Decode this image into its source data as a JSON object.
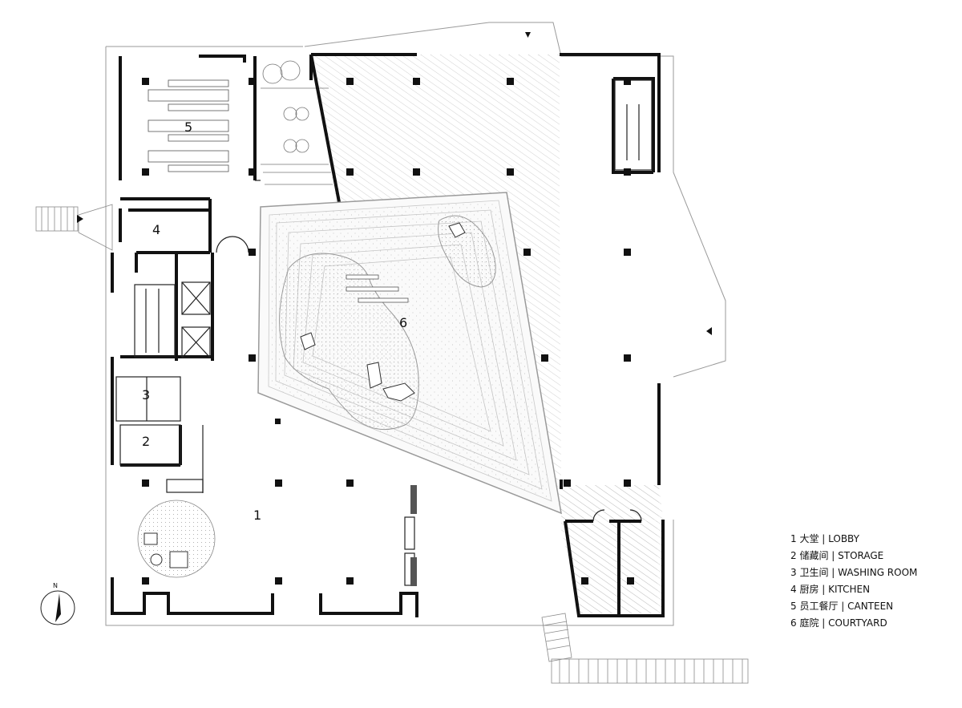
{
  "rooms": [
    {
      "num": "1",
      "label": "1 大堂 |  LOBBY"
    },
    {
      "num": "2",
      "label": "2 储藏间  |  STORAGE"
    },
    {
      "num": "3",
      "label": "3 卫生间  |  WASHING ROOM"
    },
    {
      "num": "4",
      "label": "4 厨房  |  KITCHEN"
    },
    {
      "num": "5",
      "label": "5 员工餐厅  |  CANTEEN"
    },
    {
      "num": "6",
      "label": "6 庭院  |  COURTYARD"
    }
  ],
  "north_label": "N",
  "colors": {
    "wall": "#111111",
    "thin_line": "#9a9a9a",
    "hatch": "#b5b5b5",
    "paving": "#eeeeee"
  }
}
